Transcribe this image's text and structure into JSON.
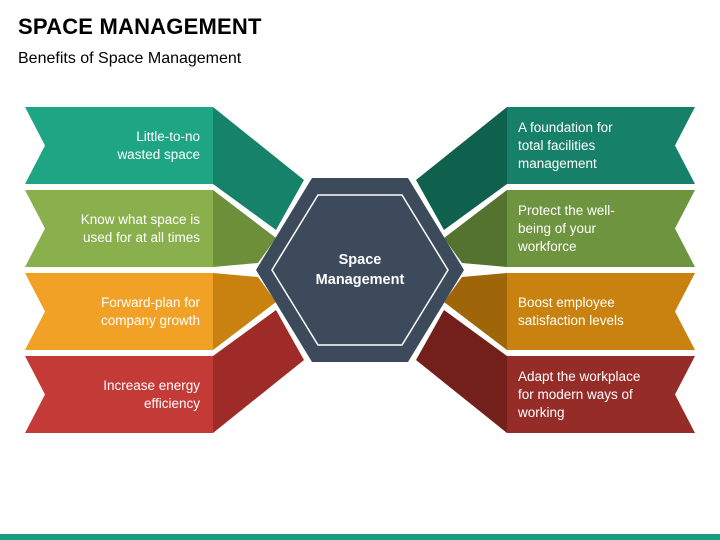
{
  "slide": {
    "title": "SPACE MANAGEMENT",
    "subtitle": "Benefits of Space Management"
  },
  "center": {
    "line1": "Space",
    "line2": "Management",
    "outer_color": "#3c4a5c",
    "inner_color": "#34404f"
  },
  "left_items": [
    {
      "lines": [
        "Little-to-no",
        "wasted space"
      ],
      "color": "#1da584",
      "dark": "#17826a"
    },
    {
      "lines": [
        "Know what space is",
        "used for at all times"
      ],
      "color": "#8ab04d",
      "dark": "#6e8f3a"
    },
    {
      "lines": [
        "Forward-plan for",
        "company growth"
      ],
      "color": "#f0a126",
      "dark": "#c9820f"
    },
    {
      "lines": [
        "Increase energy",
        "efficiency"
      ],
      "color": "#c33a36",
      "dark": "#9e2b28"
    }
  ],
  "right_items": [
    {
      "lines": [
        "A foundation for",
        "total facilities",
        "management"
      ],
      "color": "#178068",
      "dark": "#10604e"
    },
    {
      "lines": [
        "Protect the well-",
        "being of your",
        "workforce"
      ],
      "color": "#6e9440",
      "dark": "#54732f"
    },
    {
      "lines": [
        "Boost employee",
        "satisfaction levels"
      ],
      "color": "#c9820f",
      "dark": "#9e6509"
    },
    {
      "lines": [
        "Adapt the workplace",
        "for modern ways of",
        "working"
      ],
      "color": "#962c28",
      "dark": "#73201d"
    }
  ],
  "accent_color": "#1a9c7e"
}
